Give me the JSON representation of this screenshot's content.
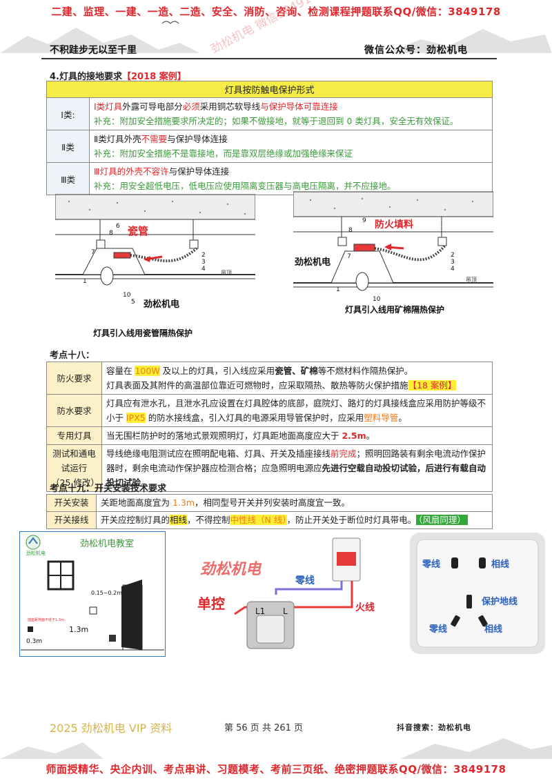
{
  "promo_top": "二建、监理、一建、一造、二造、安全、消防、咨询、检测课程押题联系QQ/微信：3849178",
  "motto": "不积跬步无以至千里",
  "wechat": "微信公众号：劲松机电",
  "watermark": "劲松机电 微信3849178",
  "section_title_a": "4.灯具的接地要求",
  "section_title_b": "【2018 案例】",
  "table1": {
    "header": "灯具按防触电保护形式",
    "rows": [
      {
        "cls": "Ⅰ类:",
        "l1a": "Ⅰ类灯具",
        "l1b": "外露可导电部分",
        "l1c": "必须",
        "l1d": "采用铜芯软导线",
        "l1e": "与保护导体可靠连接",
        "l2": "补充：附加安全措施要求所决定的；如果不做接地，就等于退回到 0 类灯具，安全无有效保证。"
      },
      {
        "cls": "Ⅱ类",
        "l1a": "Ⅱ类灯具外壳",
        "l1b": "不需要",
        "l1c": "与保护导体连接",
        "l2": "补充：附加安全措施不是靠接地，而是靠双层绝缘或加强绝缘来保证"
      },
      {
        "cls": "Ⅲ类",
        "l1a": "Ⅲ灯具的外壳不容许",
        "l1b": "与保护导体连接",
        "l2": "补充：用安全超低电压，低电压应使用隔离变压器与高电压隔离，并不应接地。"
      }
    ]
  },
  "fig_left": {
    "tag": "瓷管",
    "brand": "劲松机电",
    "caption": "灯具引入线用瓷管隔热保护",
    "labels": [
      "1",
      "2",
      "3",
      "4",
      "5",
      "6",
      "7",
      "8",
      "10"
    ],
    "ceiling": "吊顶"
  },
  "fig_right": {
    "tag": "防火填料",
    "brand": "劲松机电",
    "caption": "灯具引入线用矿棉隔热保护",
    "labels": [
      "1",
      "2",
      "3",
      "4",
      "7",
      "8",
      "9",
      "10"
    ],
    "ceiling": "吊顶"
  },
  "kp18": "考点十八：",
  "table2": {
    "r1": {
      "k": "防火要求",
      "a": "容量在 ",
      "b": "100W",
      "c": " 及以上的灯具，引入线应采用",
      "d": "瓷管、矿棉",
      "e": "等不燃材料作隔热保护。",
      "f": "灯具表面及其附件的高温部位靠近可燃物时，应采取隔热、散热等防火保护措施",
      "g": "【18 案例】"
    },
    "r2": {
      "k": "防水要求",
      "a": "灯具应有泄水孔，且泄水孔应设置在灯具腔体的底部，庭院灯、路灯的灯具接线盒应采用防护等级不小于 ",
      "b": "IPX5",
      "c": " 的防水接线盒，引入灯具的电源采用导管保护时，应采用",
      "d": "塑料导管",
      "e": "。"
    },
    "r3": {
      "k": "专用灯具",
      "a": "当无围栏防护时的落地式景观照明灯，灯具距地面高度应大于 ",
      "b": "2.5m",
      "c": "。"
    },
    "r4": {
      "k": "测试和通电试运行（25 修改）",
      "k1": "测试和通电",
      "k2": "试运行",
      "k3": "（25 修改）",
      "a": "导线绝缘电阻测试应在照明配电箱、灯具、开关及插座接线",
      "b": "前完成",
      "c": "；照明回路装有剩余电流动作保护器时，剩余电流动作保护器应检测合格；应急照明电源应",
      "d": "先进行空载自动投切试验，后进行有载自动投切试验",
      "e": "。"
    }
  },
  "kp19": "考点十九：开关安装技术要求",
  "table3": {
    "r1": {
      "k": "开关安装",
      "a": "关距地面高度宜为 ",
      "b": "1.3m",
      "c": "，相同型号开关并列安装时高度宜一致。"
    },
    "r2": {
      "k": "开关接线",
      "a": "开关应控制灯具的",
      "b": "相线",
      "c": "，不得控制",
      "d": "中性线（N 线）",
      "e": "，防止开关处于断位时灯具带电。",
      "f": "（风扇同理）"
    }
  },
  "img1": {
    "title": "劲松机电教室",
    "logo_text": "劲松机电",
    "h1": "0.15~0.2m",
    "h2": "1.3m",
    "h3": "0.3m",
    "note": "插座距地面不低于1.3m"
  },
  "img2": {
    "brand": "劲松机电",
    "single": "单控",
    "neutral": "零线",
    "live": "火线",
    "l1": "L1",
    "l": "L"
  },
  "img3": {
    "neutral": "零线",
    "live": "相线",
    "ground": "保护地线",
    "neutral2": "零线",
    "live2": "相线"
  },
  "footer_left": "2025 劲松机电 VIP 资料",
  "footer_page": "第 56 页 共 261 页",
  "footer_right": "抖音搜索：劲松机电",
  "promo_bottom": "师面授精华、央企内训、考点串讲、习题模考、考前三页纸、绝密押题联系QQ/微信：3849178",
  "colors": {
    "red": "#e1262b",
    "orange": "#f07a1a",
    "green": "#3b9a3b",
    "yellow": "#f5ec45",
    "highlight": "#ffee33"
  }
}
